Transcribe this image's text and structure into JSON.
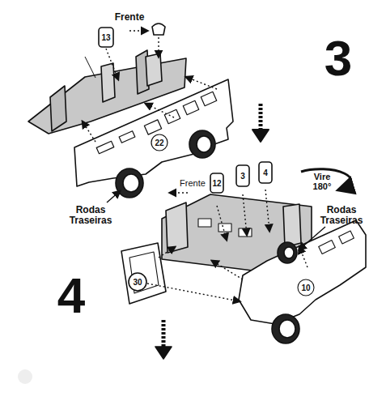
{
  "diagram": {
    "labels": [
      "3",
      "4",
      "Frente",
      "13",
      "22",
      "Rodas Traseiras",
      "Frente",
      "12",
      "3",
      "4",
      "Vire 180°",
      "Rodas Traseiras",
      "30",
      "10"
    ]
  }
}
